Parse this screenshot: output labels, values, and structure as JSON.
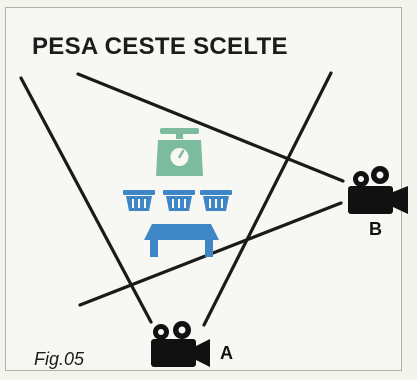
{
  "title": "PESA CESTE SCELTE",
  "caption": "Fig.05",
  "cameras": {
    "a_label": "A",
    "b_label": "B"
  },
  "icons": [
    "scale-icon",
    "basket-icon",
    "table-icon",
    "video-camera-icon"
  ],
  "colors": {
    "scale": "#7dbb9f",
    "baskets": "#3f86c6",
    "table": "#3f86c6",
    "lines": "#1a1a1a"
  }
}
